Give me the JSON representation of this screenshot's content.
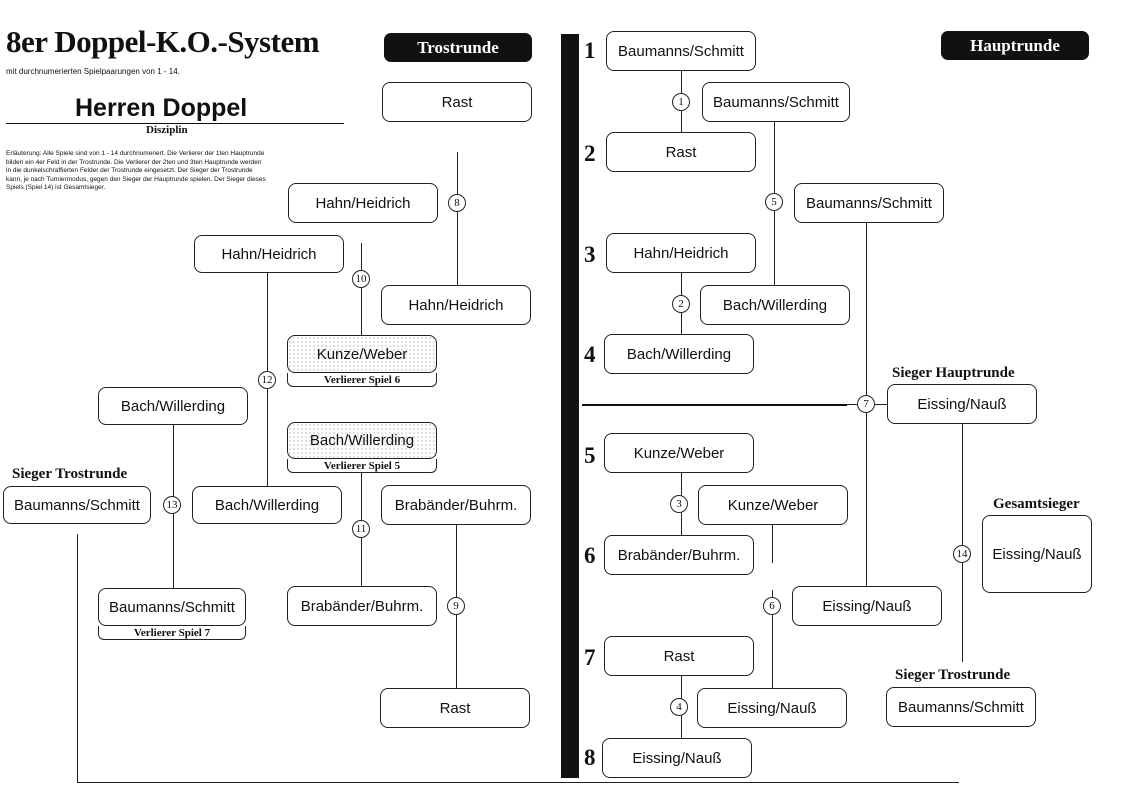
{
  "header": {
    "title": "8er Doppel-K.O.-System",
    "subtitle": "mit durchnumerierten Spielpaarungen von 1 - 14.",
    "discipline": "Herren Doppel",
    "discipline_label": "Disziplin",
    "explanation": "Erläuterung: Alle Spiele sind von 1 - 14 durchnumeriert. Die Verlierer der 1ten Hauptrunde bilden ein 4er Feld in der Trostrunde. Die Verlierer der 2ten und 3ten Hauptrunde werden in die dunkelschraffierten Felder der Trostrunde eingesetzt. Der Sieger der Trostrunde kann, je nach Turniermodus, gegen den Sieger der Hauptrunde spielen. Der Sieger dieses Spiels (Spiel 14) ist Gesamtsieger."
  },
  "sections": {
    "trostrunde": "Trostrunde",
    "hauptrunde": "Hauptrunde"
  },
  "labels": {
    "sieger_hauptrunde": "Sieger Hauptrunde",
    "gesamtsieger": "Gesamtsieger",
    "sieger_trostrunde_right": "Sieger Trostrunde",
    "sieger_trostrunde_left": "Sieger Trostrunde"
  },
  "seeds": [
    "1",
    "2",
    "3",
    "4",
    "5",
    "6",
    "7",
    "8"
  ],
  "haupt": {
    "r1": [
      "Baumanns/Schmitt",
      "Rast",
      "Hahn/Heidrich",
      "Bach/Willerding",
      "Kunze/Weber",
      "Brabänder/Buhrm.",
      "Rast",
      "Eissing/Nauß"
    ],
    "r2": [
      "Baumanns/Schmitt",
      "Bach/Willerding",
      "Kunze/Weber",
      "Eissing/Nauß"
    ],
    "r3": [
      "Baumanns/Schmitt",
      "Eissing/Nauß"
    ],
    "winner": "Eissing/Nauß",
    "final_trost": "Baumanns/Schmitt",
    "champion": "Eissing/Nauß"
  },
  "trost": {
    "r1": [
      "Rast",
      "Hahn/Heidrich",
      "Brabänder/Buhrm.",
      "Rast"
    ],
    "r2": [
      "Hahn/Heidrich",
      "Brabänder/Buhrm."
    ],
    "loser6": "Kunze/Weber",
    "loser5": "Bach/Willerding",
    "loser6_label": "Verlierer Spiel 6",
    "loser5_label": "Verlierer Spiel 5",
    "r3": [
      "Hahn/Heidrich",
      "Bach/Willerding"
    ],
    "loser7": "Baumanns/Schmitt",
    "loser7_label": "Verlierer Spiel 7",
    "r4": "Bach/Willerding",
    "winner": "Baumanns/Schmitt"
  },
  "games": [
    "1",
    "2",
    "3",
    "4",
    "5",
    "6",
    "7",
    "8",
    "9",
    "10",
    "11",
    "12",
    "13",
    "14"
  ]
}
